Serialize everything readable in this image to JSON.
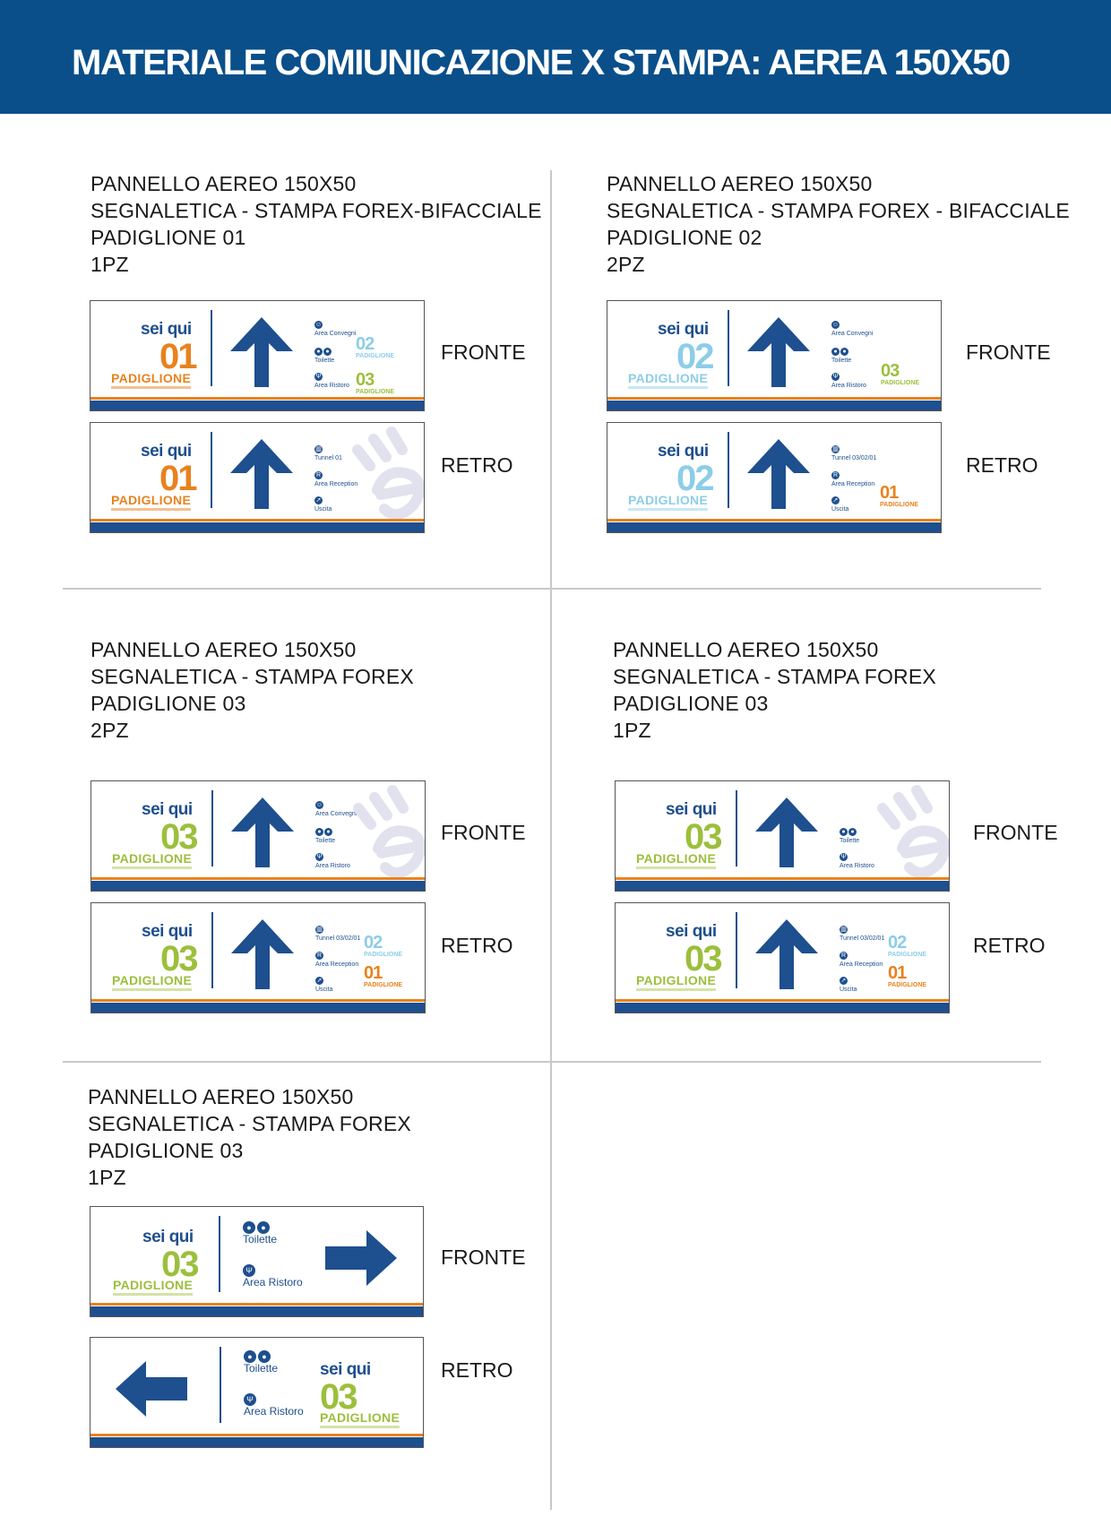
{
  "header": {
    "title": "MATERIALE COMIUNICAZIONE X STAMPA: AEREA 150X50"
  },
  "labels": {
    "front": "FRONTE",
    "back": "RETRO"
  },
  "common": {
    "sei_qui": "sei qui",
    "padiglione": "PADIGLIONE"
  },
  "colors": {
    "blue": "#1e4f8e",
    "orange": "#e8821e",
    "lightblue": "#8ccde8",
    "green": "#9cbf3c",
    "header": "#0a4f8a"
  },
  "sections": [
    {
      "lines": [
        "PANNELLO AEREO 150X50",
        "SEGNALETICA - STAMPA FOREX-BIFACCIALE",
        "PADIGLIONE 01",
        "1PZ"
      ]
    },
    {
      "lines": [
        "PANNELLO AEREO 150X50",
        "SEGNALETICA - STAMPA FOREX - BIFACCIALE",
        "PADIGLIONE 02",
        "2PZ"
      ]
    },
    {
      "lines": [
        "PANNELLO AEREO 150X50",
        "SEGNALETICA - STAMPA FOREX",
        "PADIGLIONE 03",
        "2PZ"
      ]
    },
    {
      "lines": [
        "PANNELLO AEREO 150X50",
        "SEGNALETICA - STAMPA FOREX",
        "PADIGLIONE 03",
        "1PZ"
      ]
    },
    {
      "lines": [
        "PANNELLO AEREO 150X50",
        "SEGNALETICA - STAMPA FOREX",
        "PADIGLIONE 03",
        "1PZ"
      ]
    }
  ],
  "panels": {
    "p1f": {
      "num": "01",
      "services": [
        "Area Convegni",
        "Toilette",
        "Area Ristoro"
      ],
      "minis": [
        {
          "n": "02",
          "p": "PADIGLIONE"
        },
        {
          "n": "03",
          "p": "PADIGLIONE"
        }
      ]
    },
    "p1r": {
      "num": "01",
      "services": [
        "Tunnel 01",
        "Area Reception",
        "Uscita"
      ]
    },
    "p2f": {
      "num": "02",
      "services": [
        "Area Convegni",
        "Toilette",
        "Area Ristoro"
      ],
      "minis": [
        {
          "n": "03",
          "p": "PADIGLIONE"
        }
      ]
    },
    "p2r": {
      "num": "02",
      "services": [
        "Tunnel 03/02/01",
        "Area Reception",
        "Uscita"
      ],
      "minis": [
        {
          "n": "01",
          "p": "PADIGLIONE"
        }
      ]
    },
    "p3f": {
      "num": "03",
      "services": [
        "Area Convegni",
        "Toilette",
        "Area Ristoro"
      ]
    },
    "p3r": {
      "num": "03",
      "services": [
        "Tunnel 03/02/01",
        "Area Reception",
        "Uscita"
      ],
      "minis": [
        {
          "n": "02",
          "p": "PADIGLIONE"
        },
        {
          "n": "01",
          "p": "PADIGLIONE"
        }
      ]
    },
    "p4f": {
      "num": "03",
      "services": [
        "Toilette",
        "Area Ristoro"
      ]
    },
    "p4r": {
      "num": "03",
      "services": [
        "Tunnel 03/02/01",
        "Area Reception",
        "Uscita"
      ],
      "minis": [
        {
          "n": "02",
          "p": "PADIGLIONE"
        },
        {
          "n": "01",
          "p": "PADIGLIONE"
        }
      ]
    },
    "p5f": {
      "num": "03",
      "services": [
        "Toilette",
        "Area Ristoro"
      ]
    },
    "p5r": {
      "num": "03",
      "services": [
        "Toilette",
        "Area Ristoro"
      ]
    }
  }
}
